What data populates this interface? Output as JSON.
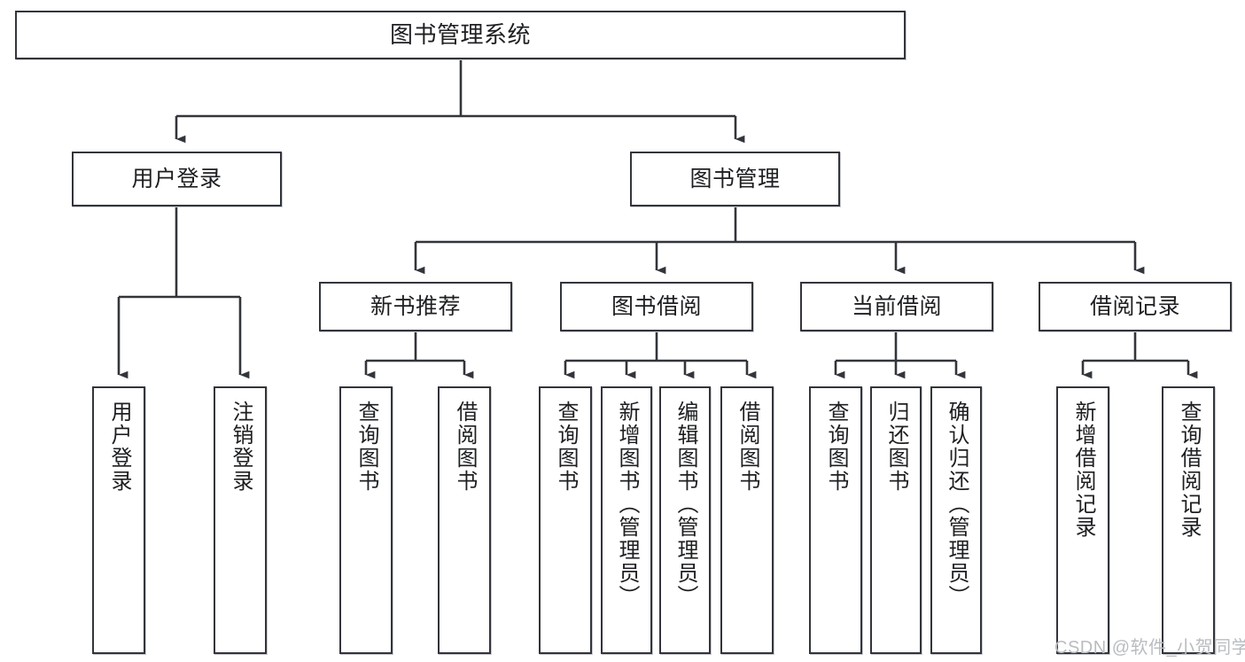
{
  "diagram": {
    "title": "图书管理系统",
    "type": "hierarchy-tree",
    "levels": 4,
    "root": {
      "label": "图书管理系统"
    },
    "level2": [
      {
        "label": "用户登录"
      },
      {
        "label": "图书管理"
      }
    ],
    "level3": [
      {
        "label": "新书推荐"
      },
      {
        "label": "图书借阅"
      },
      {
        "label": "当前借阅"
      },
      {
        "label": "借阅记录"
      }
    ],
    "leaves": {
      "user_login": [
        {
          "label": "用户登录"
        },
        {
          "label": "注销登录"
        }
      ],
      "new_book_recommend": [
        {
          "label": "查询图书"
        },
        {
          "label": "借阅图书"
        }
      ],
      "book_borrow": [
        {
          "label": "查询图书"
        },
        {
          "label": "新增图书（管理员）"
        },
        {
          "label": "编辑图书（管理员）"
        },
        {
          "label": "借阅图书"
        }
      ],
      "current_borrow": [
        {
          "label": "查询图书"
        },
        {
          "label": "归还图书"
        },
        {
          "label": "确认归还（管理员）"
        }
      ],
      "borrow_record": [
        {
          "label": "新增借阅记录"
        },
        {
          "label": "查询借阅记录"
        }
      ]
    }
  },
  "watermark": {
    "text": "CSDN @软件_小贺同学"
  },
  "colors": {
    "line": "#32353a",
    "box_border": "#32353a",
    "box_fill": "#ffffff",
    "text": "#1d1f22",
    "watermark": "#b9bcc0",
    "background": "#ffffff"
  }
}
